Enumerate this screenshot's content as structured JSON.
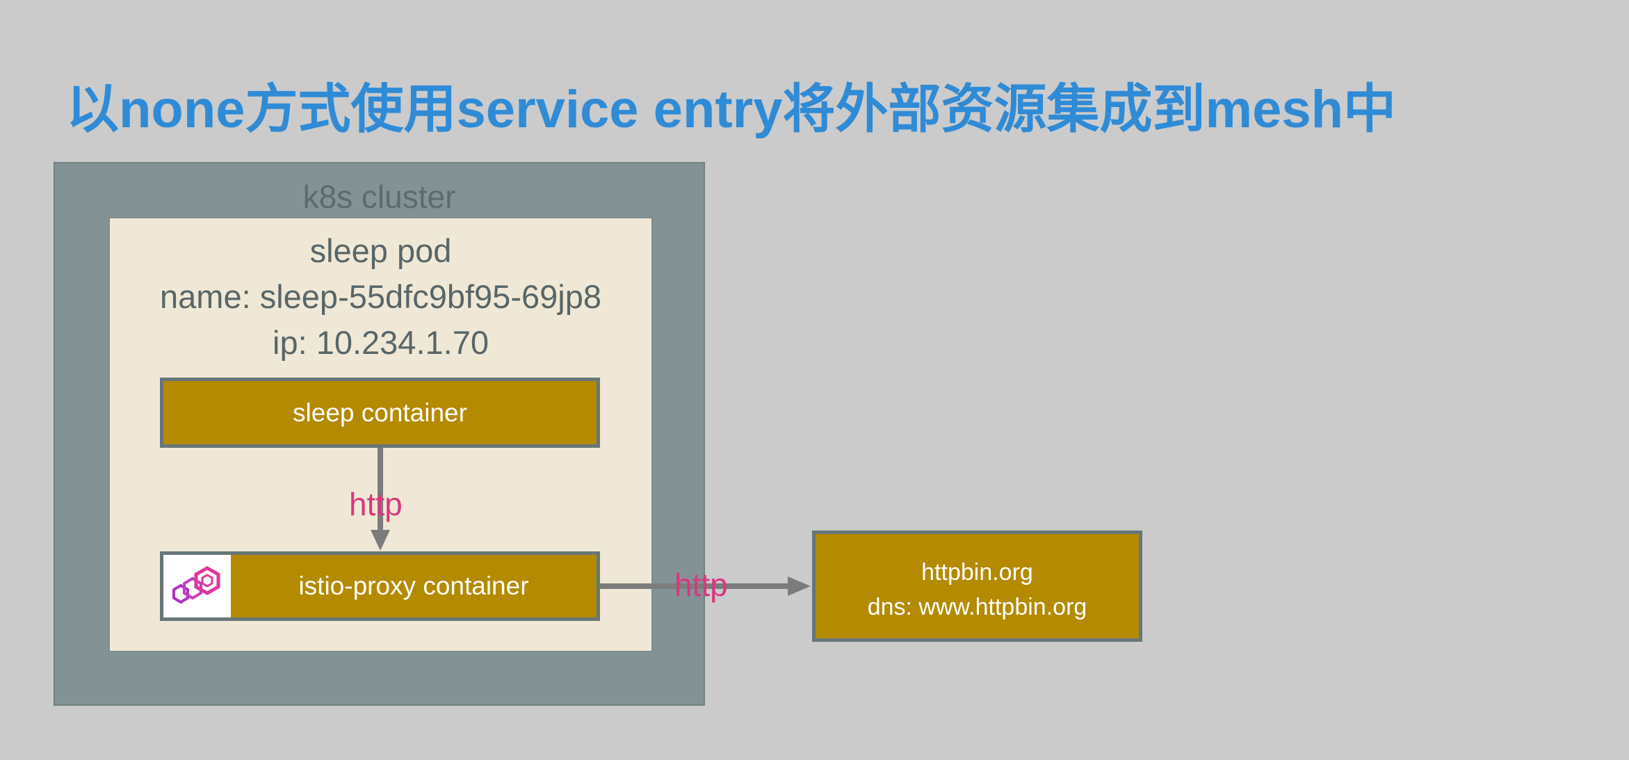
{
  "title": "以none方式使用service entry将外部资源集成到mesh中",
  "cluster": {
    "label": "k8s cluster"
  },
  "pod": {
    "title": "sleep pod",
    "name_line": "name: sleep-55dfc9bf95-69jp8",
    "ip_line": "ip: 10.234.1.70"
  },
  "sleep_container": {
    "label": "sleep container"
  },
  "proxy_container": {
    "label": "istio-proxy container",
    "icon": "istio-envoy-logo"
  },
  "httpbin": {
    "line1": "httpbin.org",
    "line2": "dns: www.httpbin.org"
  },
  "connections": {
    "internal_label": "http",
    "external_label": "http"
  },
  "colors": {
    "background": "#cbcbcb",
    "title": "#2f8bd6",
    "cluster": "#839395",
    "pod": "#f0e8d6",
    "container": "#b48a00",
    "border": "#677779",
    "arrow": "#7c7c7c",
    "http_label": "#d73880"
  }
}
